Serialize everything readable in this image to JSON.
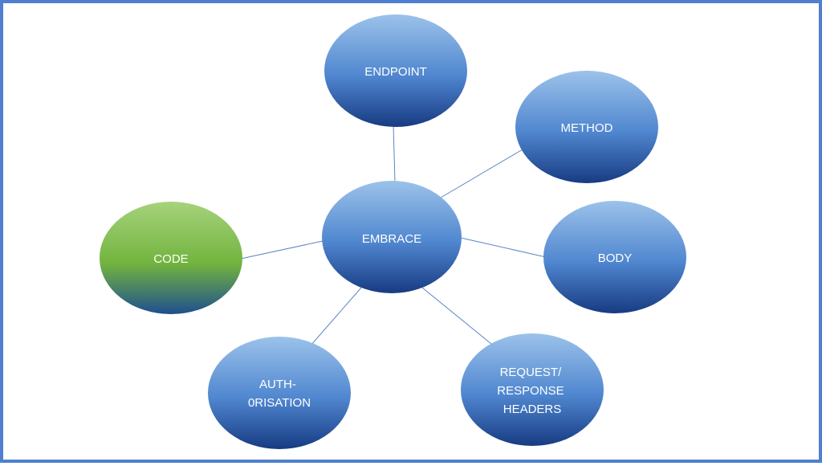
{
  "diagram": {
    "center": {
      "label": "EMBRACE"
    },
    "nodes": [
      {
        "id": "endpoint",
        "lines": [
          "ENDPOINT"
        ]
      },
      {
        "id": "method",
        "lines": [
          "METHOD"
        ]
      },
      {
        "id": "body",
        "lines": [
          "BODY"
        ]
      },
      {
        "id": "headers",
        "lines": [
          "REQUEST/",
          "RESPONSE",
          "HEADERS"
        ]
      },
      {
        "id": "authorisation",
        "lines": [
          "AUTH-",
          "0RISATION"
        ]
      },
      {
        "id": "code",
        "lines": [
          "CODE"
        ]
      }
    ]
  },
  "colors": {
    "frame": "#4f7fcf",
    "blue_top": "#9cc2ea",
    "blue_mid": "#4f86cf",
    "blue_bottom": "#173b82",
    "green_top": "#a6d27c",
    "green_mid": "#72b43e",
    "green_bottom": "#1f4f8e",
    "connector": "#5b84c4"
  }
}
